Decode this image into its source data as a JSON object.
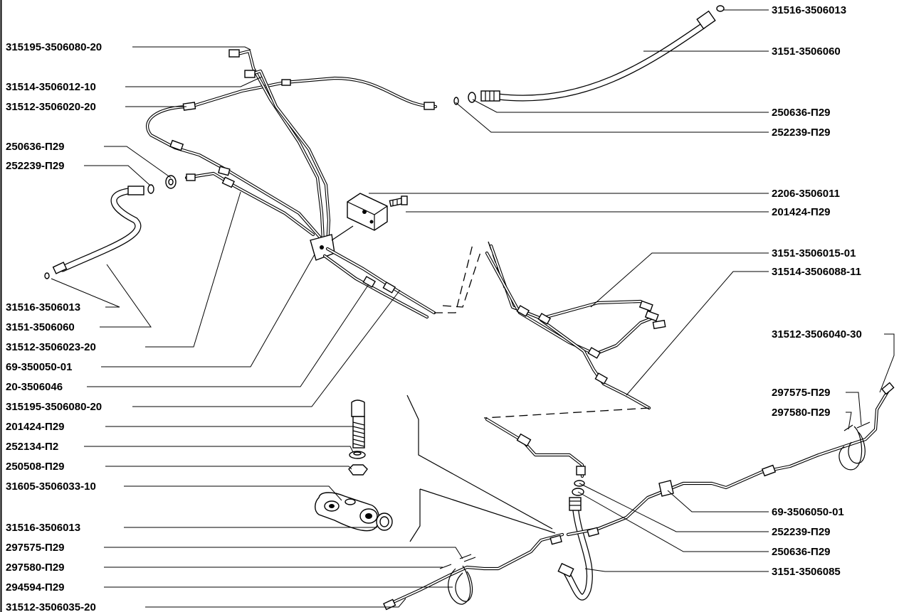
{
  "left_labels": [
    "315195-3506080-20",
    "31514-3506012-10",
    "31512-3506020-20",
    "250636-П29",
    "252239-П29",
    "31516-3506013",
    "3151-3506060",
    "31512-3506023-20",
    "69-350050-01",
    "20-3506046",
    "315195-3506080-20",
    "201424-П29",
    "252134-П2",
    "250508-П29",
    "31605-3506033-10",
    "31516-3506013",
    "297575-П29",
    "297580-П29",
    "294594-П29",
    "31512-3506035-20"
  ],
  "right_labels": [
    "31516-3506013",
    "3151-3506060",
    "250636-П29",
    "252239-П29",
    "2206-3506011",
    "201424-П29",
    "3151-3506015-01",
    "31514-3506088-11",
    "31512-3506040-30",
    "297575-П29",
    "297580-П29",
    "69-3506050-01",
    "252239-П29",
    "250636-П29",
    "3151-3506085"
  ]
}
